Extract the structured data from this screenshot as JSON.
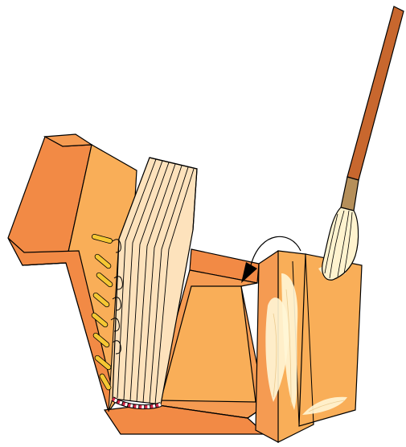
{
  "illustration": {
    "colors": {
      "cover_dark": "#F28A45",
      "cover_mid": "#F59B52",
      "cover_light": "#F9AE58",
      "text_block": "#FDE2BC",
      "text_block_edge": "#F8C98F",
      "thread": "#F5C733",
      "headband_red": "#D8294A",
      "glue": "#FFF6D6",
      "brush_handle": "#C8672E",
      "brush_ferrule": "#B58F5A",
      "brush_bristle": "#FFF3CF",
      "outline": "#000000"
    },
    "icons": [
      "text-block",
      "case-cover",
      "glue-brush",
      "fold-arrow",
      "sewing-stitches",
      "headband"
    ]
  }
}
